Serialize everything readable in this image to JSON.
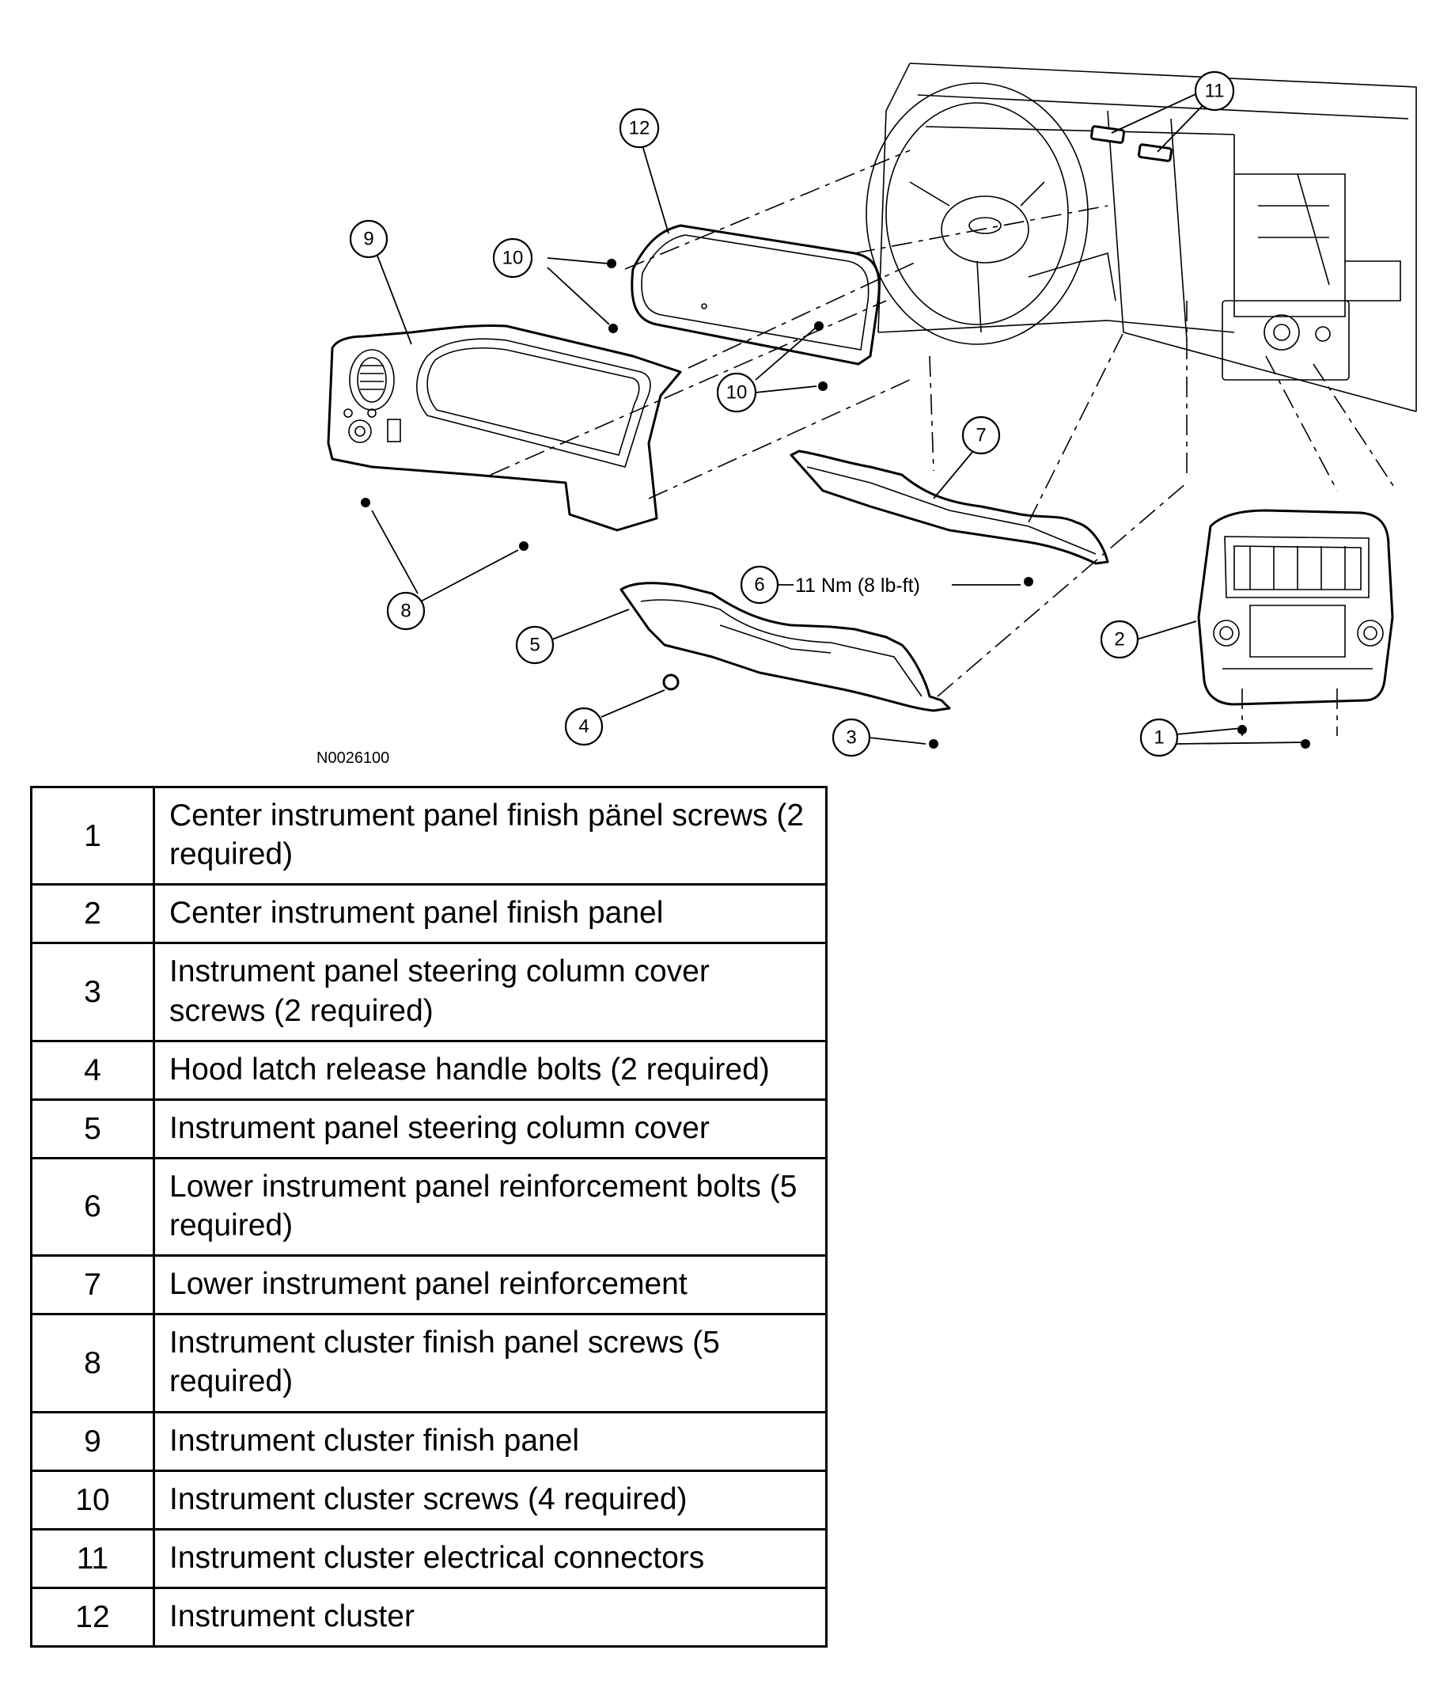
{
  "figure_id": "N0026100",
  "callouts": [
    {
      "num": "1"
    },
    {
      "num": "2"
    },
    {
      "num": "3"
    },
    {
      "num": "4"
    },
    {
      "num": "5"
    },
    {
      "num": "6"
    },
    {
      "num": "7"
    },
    {
      "num": "8"
    },
    {
      "num": "9"
    },
    {
      "num": "10"
    },
    {
      "num": "10"
    },
    {
      "num": "11"
    },
    {
      "num": "12"
    }
  ],
  "torque_spec": "11 Nm (8 lb-ft)",
  "legend": [
    {
      "num": "1",
      "desc": "Center instrument panel finish pänel screws (2 required)"
    },
    {
      "num": "2",
      "desc": "Center instrument panel finish panel"
    },
    {
      "num": "3",
      "desc": "Instrument panel steering column cover screws (2 required)"
    },
    {
      "num": "4",
      "desc": "Hood latch release handle bolts (2 required)"
    },
    {
      "num": "5",
      "desc": "Instrument panel steering column cover"
    },
    {
      "num": "6",
      "desc": "Lower instrument panel reinforcement bolts (5 required)"
    },
    {
      "num": "7",
      "desc": "Lower instrument panel reinforcement"
    },
    {
      "num": "8",
      "desc": "Instrument cluster finish panel screws (5 required)"
    },
    {
      "num": "9",
      "desc": "Instrument cluster finish panel"
    },
    {
      "num": "10",
      "desc": "Instrument cluster screws (4 required)"
    },
    {
      "num": "11",
      "desc": "Instrument cluster electrical connectors"
    },
    {
      "num": "12",
      "desc": "Instrument cluster"
    }
  ]
}
